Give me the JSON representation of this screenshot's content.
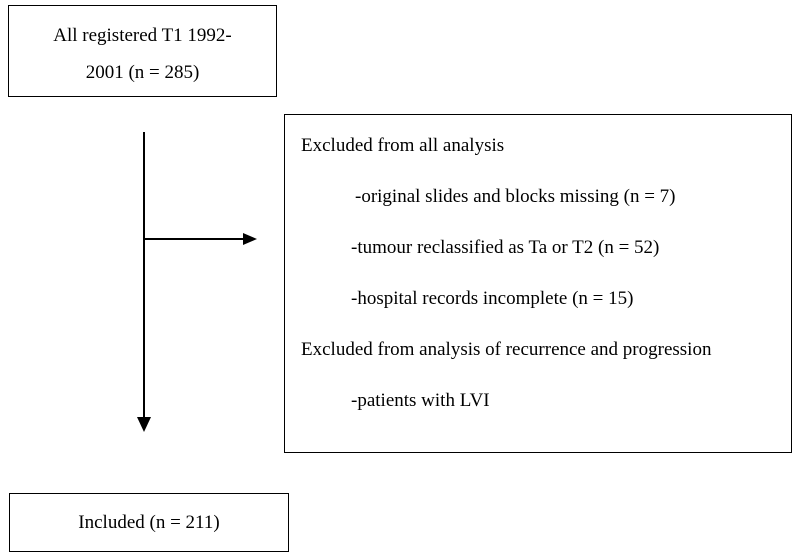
{
  "top_box": {
    "line1": "All registered T1 1992-",
    "line2": "2001 (n = 285)"
  },
  "excluded_box": {
    "heading_all": "Excluded from all analysis",
    "item_slides": "-original slides and blocks missing (n = 7)",
    "item_reclassified": "-tumour reclassified as Ta or T2 (n = 52)",
    "item_records": "-hospital records incomplete (n = 15)",
    "heading_recurrence": "Excluded from analysis of recurrence and progression",
    "item_lvi": "-patients with LVI"
  },
  "bottom_box": {
    "label": "Included (n = 211)"
  }
}
